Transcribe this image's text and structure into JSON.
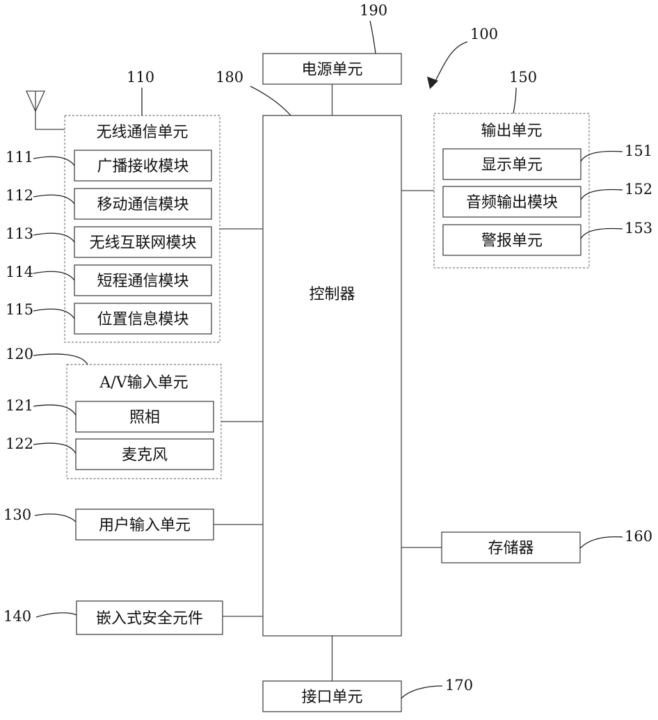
{
  "diagram": {
    "system_ref": "100",
    "controller": {
      "ref": "180",
      "label": "控制器"
    },
    "power": {
      "ref": "190",
      "label": "电源单元"
    },
    "interface": {
      "ref": "170",
      "label": "接口单元"
    },
    "wireless": {
      "ref": "110",
      "title": "无线通信单元",
      "modules": [
        {
          "ref": "111",
          "label": "广播接收模块"
        },
        {
          "ref": "112",
          "label": "移动通信模块"
        },
        {
          "ref": "113",
          "label": "无线互联网模块"
        },
        {
          "ref": "114",
          "label": "短程通信模块"
        },
        {
          "ref": "115",
          "label": "位置信息模块"
        }
      ]
    },
    "av": {
      "ref": "120",
      "title": "A/V输入单元",
      "modules": [
        {
          "ref": "121",
          "label": "照相"
        },
        {
          "ref": "122",
          "label": "麦克风"
        }
      ]
    },
    "user_input": {
      "ref": "130",
      "label": "用户输入单元"
    },
    "secure_element": {
      "ref": "140",
      "label": "嵌入式安全元件"
    },
    "output": {
      "ref": "150",
      "title": "输出单元",
      "modules": [
        {
          "ref": "151",
          "label": "显示单元"
        },
        {
          "ref": "152",
          "label": "音频输出模块"
        },
        {
          "ref": "153",
          "label": "警报单元"
        }
      ]
    },
    "memory": {
      "ref": "160",
      "label": "存储器"
    }
  }
}
